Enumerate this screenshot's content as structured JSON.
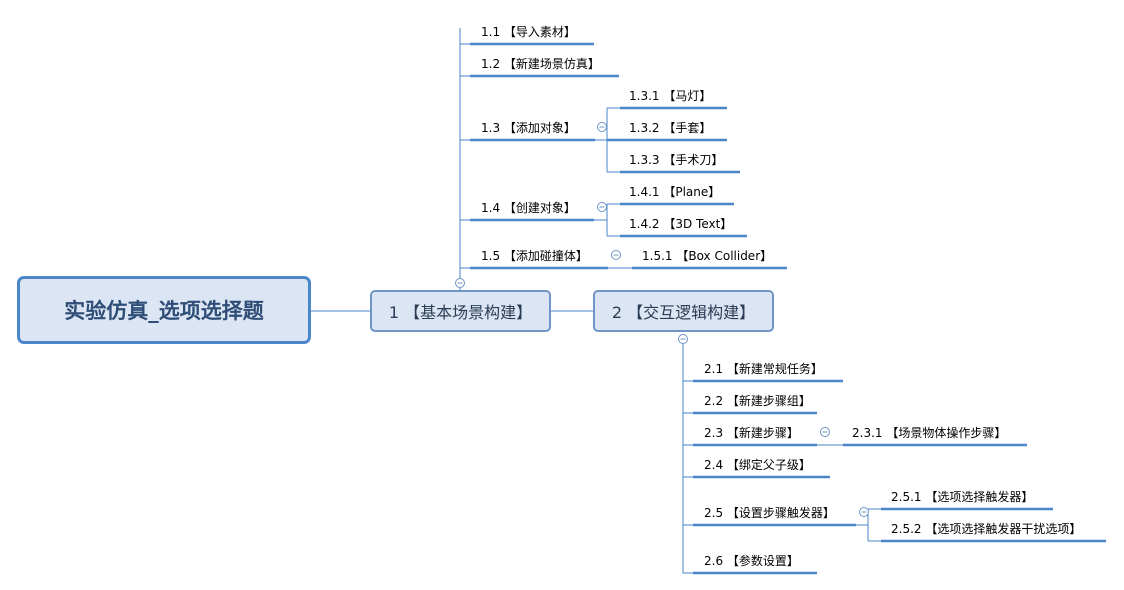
{
  "colors": {
    "line": "#4a86c8",
    "root_fill": "#dbe5f3",
    "collapse_icon": "#6f95c6"
  },
  "root": {
    "label": "实验仿真_选项选择题"
  },
  "branches": [
    {
      "label": "1 【基本场景构建】"
    },
    {
      "label": "2 【交互逻辑构建】"
    }
  ],
  "nodes": {
    "n1_1": "1.1 【导入素材】",
    "n1_2": "1.2 【新建场景仿真】",
    "n1_3": "1.3 【添加对象】",
    "n1_3_1": "1.3.1 【马灯】",
    "n1_3_2": "1.3.2 【手套】",
    "n1_3_3": "1.3.3 【手术刀】",
    "n1_4": "1.4 【创建对象】",
    "n1_4_1": "1.4.1 【Plane】",
    "n1_4_2": "1.4.2 【3D Text】",
    "n1_5": "1.5 【添加碰撞体】",
    "n1_5_1": "1.5.1 【Box Collider】",
    "n2_1": "2.1 【新建常规任务】",
    "n2_2": "2.2 【新建步骤组】",
    "n2_3": "2.3 【新建步骤】",
    "n2_3_1": "2.3.1 【场景物体操作步骤】",
    "n2_4": "2.4 【绑定父子级】",
    "n2_5": "2.5 【设置步骤触发器】",
    "n2_5_1": "2.5.1 【选项选择触发器】",
    "n2_5_2": "2.5.2 【选项选择触发器干扰选项】",
    "n2_6": "2.6 【参数设置】"
  }
}
